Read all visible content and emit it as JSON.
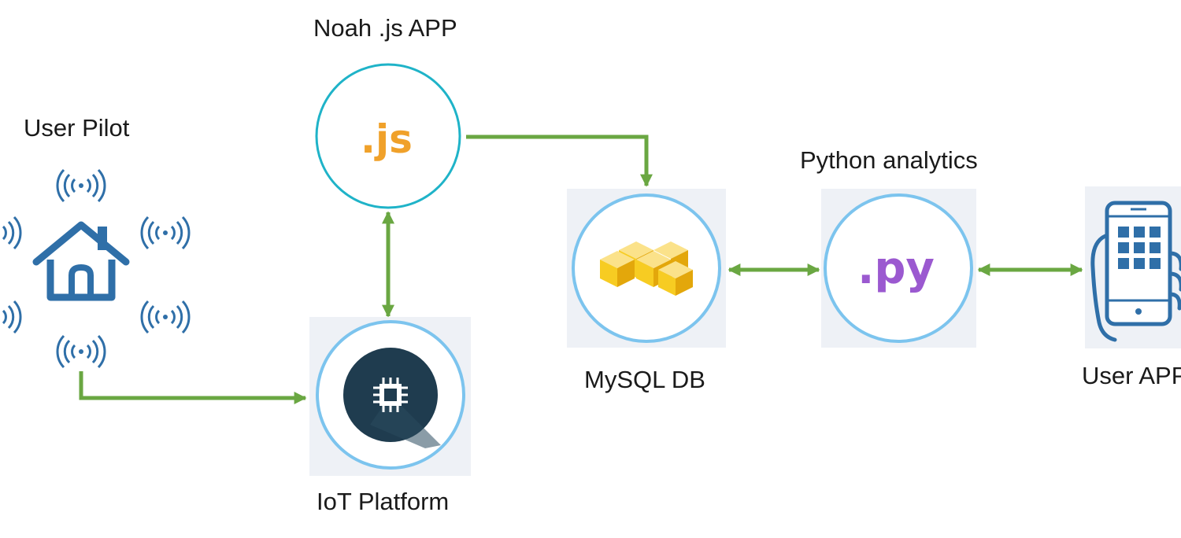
{
  "nodes": {
    "nodejs": {
      "label": "Noah .js APP",
      "glyph": ".js"
    },
    "user_pilot": {
      "label": "User Pilot"
    },
    "iot": {
      "label": "IoT Platform"
    },
    "mysql": {
      "label": "MySQL DB"
    },
    "python": {
      "label": "Python analytics",
      "glyph": ".py"
    },
    "user_app": {
      "label": "User APP"
    }
  },
  "edges": [
    {
      "from": "user_pilot",
      "to": "iot",
      "direction": "forward"
    },
    {
      "from": "iot",
      "to": "nodejs",
      "direction": "both"
    },
    {
      "from": "nodejs",
      "to": "mysql",
      "direction": "forward"
    },
    {
      "from": "mysql",
      "to": "python",
      "direction": "both"
    },
    {
      "from": "python",
      "to": "user_app",
      "direction": "both"
    }
  ],
  "colors": {
    "arrow": "#6aa742",
    "ring_teal": "#1fb3c8",
    "ring_blue": "#7cc4ee",
    "js_orange": "#f0a12a",
    "py_purple": "#9b59d0",
    "house_blue": "#2f6fa8",
    "chip_dark": "#1f3c4f",
    "cube_yellow": "#f5c313"
  },
  "icons": [
    "house-icon",
    "wifi-signal-icon",
    "js-logo",
    "chip-icon",
    "cubes-icon",
    "py-logo",
    "smartphone-hand-icon"
  ]
}
